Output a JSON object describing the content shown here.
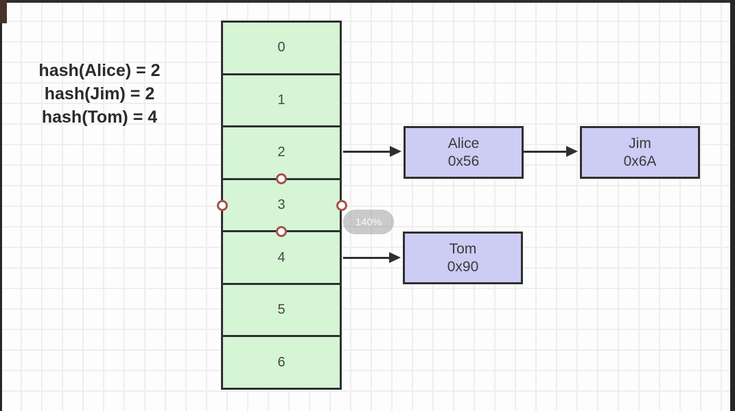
{
  "diagram": {
    "annotation_lines": [
      "hash(Alice) = 2",
      "hash(Jim) = 2",
      "hash(Tom) = 4"
    ],
    "hash_table": {
      "slots": [
        "0",
        "1",
        "2",
        "3",
        "4",
        "5",
        "6"
      ],
      "selected_slot": "3"
    },
    "linked_nodes": [
      {
        "label": "Alice",
        "address": "0x56",
        "bucket": "2"
      },
      {
        "label": "Jim",
        "address": "0x6A",
        "bucket": "2"
      },
      {
        "label": "Tom",
        "address": "0x90",
        "bucket": "4"
      }
    ],
    "zoom_indicator": "140%",
    "colors": {
      "slot_fill": "#d5f5d5",
      "node_fill": "#cdccf4",
      "stroke": "#2f2f2f",
      "handle_stroke": "#a4524a",
      "grid_line": "#eeeeee",
      "canvas_bg": "#fdfdfd",
      "frame_bar": "#2d2d2d",
      "annotation_text": "#2b2b2b",
      "zoom_pill_bg": "#7d7d7d",
      "zoom_pill_text": "#ffffff"
    }
  }
}
